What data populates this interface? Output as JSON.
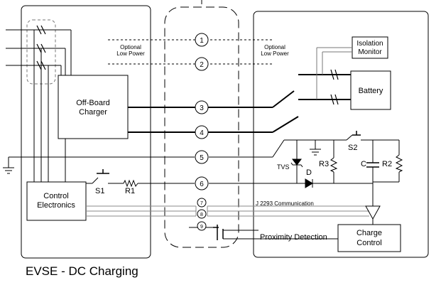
{
  "caption": "EVSE - DC Charging",
  "boxes": {
    "charger": [
      "Off-Board",
      "Charger"
    ],
    "control": [
      "Control",
      "Electronics"
    ],
    "isolation": [
      "Isolation",
      "Monitor"
    ],
    "battery": "Battery",
    "charge_control": [
      "Charge",
      "Control"
    ]
  },
  "optional_low_power": {
    "left": [
      "Optional",
      "Low Power"
    ],
    "right": [
      "Optional",
      "Low Power"
    ]
  },
  "pins": [
    "1",
    "2",
    "3",
    "4",
    "5",
    "6",
    "7",
    "8",
    "9"
  ],
  "components": {
    "s1": "S1",
    "r1": "R1",
    "s2": "S2",
    "tvs": "TVS",
    "r3": "R3",
    "d": "D",
    "c": "C",
    "r2": "R2"
  },
  "signals": {
    "j2293": "J 2293 Communication",
    "proximity": "Proximity Detection"
  }
}
